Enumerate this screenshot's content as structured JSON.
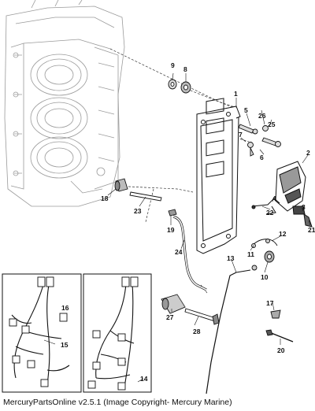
{
  "callouts": [
    {
      "id": "c1",
      "label": "1"
    },
    {
      "id": "c2",
      "label": "2"
    },
    {
      "id": "c3",
      "label": "3"
    },
    {
      "id": "c4",
      "label": "4"
    },
    {
      "id": "c5",
      "label": "5"
    },
    {
      "id": "c6",
      "label": "6"
    },
    {
      "id": "c7",
      "label": "7"
    },
    {
      "id": "c8",
      "label": "8"
    },
    {
      "id": "c9",
      "label": "9"
    },
    {
      "id": "c10",
      "label": "10"
    },
    {
      "id": "c11",
      "label": "11"
    },
    {
      "id": "c12",
      "label": "12"
    },
    {
      "id": "c13",
      "label": "13"
    },
    {
      "id": "c14",
      "label": "14"
    },
    {
      "id": "c15",
      "label": "15"
    },
    {
      "id": "c16",
      "label": "16"
    },
    {
      "id": "c17",
      "label": "17"
    },
    {
      "id": "c18",
      "label": "18"
    },
    {
      "id": "c19",
      "label": "19"
    },
    {
      "id": "c20",
      "label": "20"
    },
    {
      "id": "c21",
      "label": "21"
    },
    {
      "id": "c22",
      "label": "22"
    },
    {
      "id": "c23",
      "label": "23"
    },
    {
      "id": "c24",
      "label": "24"
    },
    {
      "id": "c25",
      "label": "25"
    },
    {
      "id": "c26",
      "label": "26"
    },
    {
      "id": "c27",
      "label": "27"
    },
    {
      "id": "c28",
      "label": "28"
    }
  ],
  "footer": "MercuryPartsOnline v2.5.1 (Image Copyright- Mercury Marine)"
}
